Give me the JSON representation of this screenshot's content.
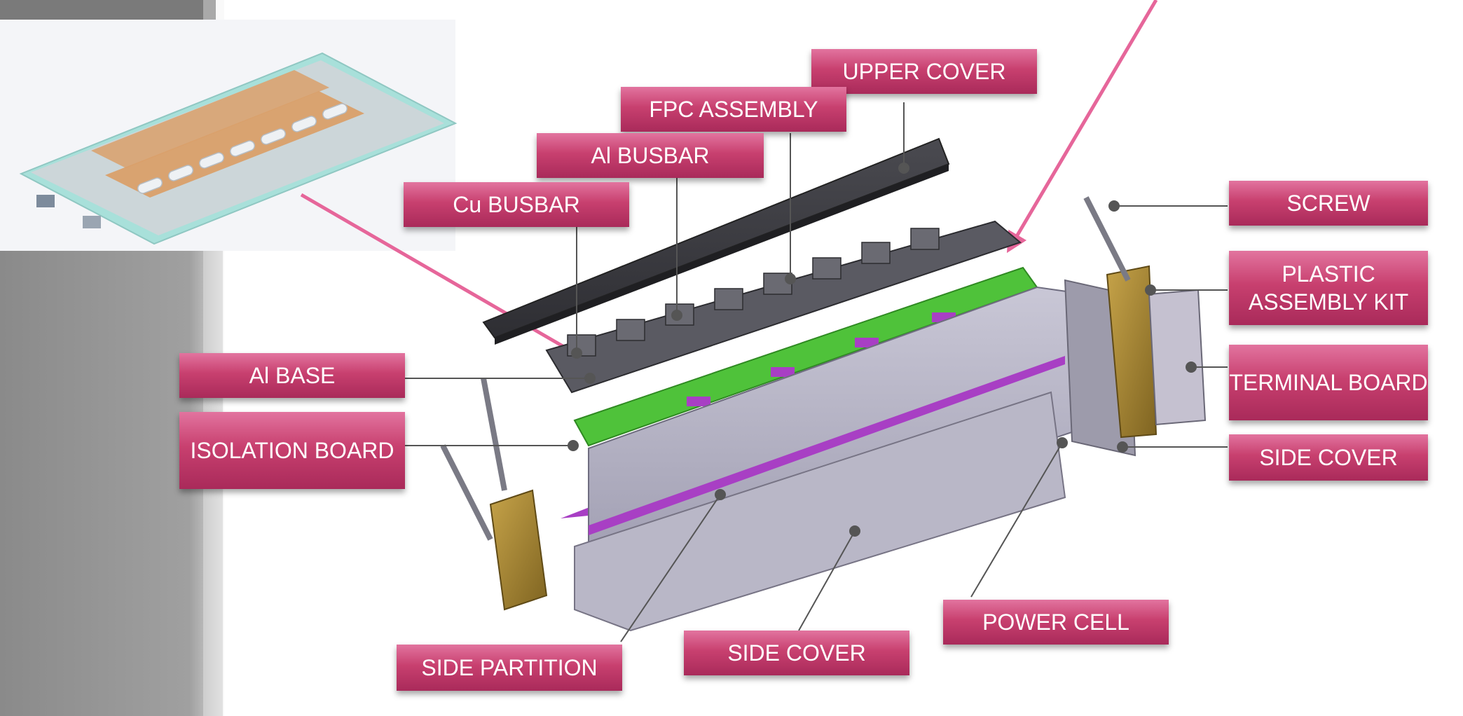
{
  "diagram": {
    "colors": {
      "callout": "#c8406f",
      "pointer_arrow": "#e6669a",
      "leader_line": "#555555",
      "busbar_copper": "#d9a06a",
      "green_frame": "#4fc23a",
      "purple_strip": "#a83fc4",
      "cell_gray": "#b9b7c7",
      "cover_dark": "#3a3a3f",
      "bracket_gold": "#a8862f"
    },
    "labels": {
      "upper_cover": "UPPER COVER",
      "fpc_assembly": "FPC ASSEMBLY",
      "al_busbar": "Al BUSBAR",
      "cu_busbar": "Cu BUSBAR",
      "screw": "SCREW",
      "plastic_assembly_kit": "PLASTIC ASSEMBLY KIT",
      "terminal_board": "TERMINAL BOARD",
      "side_cover_right": "SIDE COVER",
      "al_base": "Al BASE",
      "isolation_board": "ISOLATION BOARD",
      "power_cell": "POWER CELL",
      "side_cover_bottom": "SIDE COVER",
      "side_partition": "SIDE PARTITION"
    }
  }
}
